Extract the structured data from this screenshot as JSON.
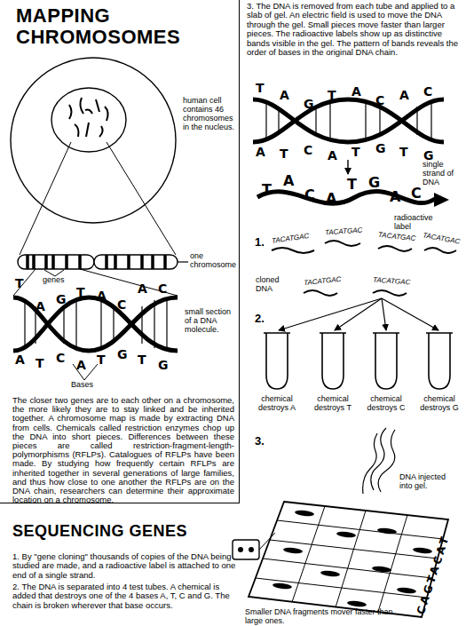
{
  "diagram": {
    "nodes": [
      {
        "text": [
          "MAPPING CHROMOSOMES",
          "The closer two genes are to each other on a chromosome, the more likely they are to stay linked and be inherited together. A chromosome map is made by extracting DNA from cells. Chemicals called restriction enzymes chop up the DNA into short pieces. Differences between these pieces are called restriction-fragment-length-polymorphisms (RFLPs). Catalogues of RFLPs have been made. By studying how frequently certain RFLPs are inherited together in several generations of large families, and thus how close to one another the RFLPs are on the DNA chain, researchers can determine their approximate location on a chromosome."
        ]
      },
      {
        "text": [
          "chemical destroys A"
        ]
      },
      {
        "text": [
          "chemical destroys T"
        ]
      },
      {
        "text": [
          "chemical destroys C"
        ]
      },
      {
        "text": [
          "chemical destroys G"
        ]
      }
    ],
    "labels": [
      "human cell contains 46 chromosomes in the nucleus.",
      "one chromosome",
      "genes",
      "small section of a DNA molecule.",
      "T",
      "A",
      "G",
      "T",
      "A",
      "C",
      "A",
      "C",
      "A",
      "T",
      "C",
      "A",
      "T",
      "G",
      "T",
      "G",
      "Bases",
      "SEQUENCING GENES",
      "1. By \"gene cloning\" thousands of copies of the DNA being studied are made, and a radioactive label is attached to one end of a single strand.",
      "2. The DNA is separated into 4 test tubes. A chemical is added that destroys one of the 4 bases A, T, C and G. The chain is broken wherever that base occurs.",
      "3. The DNA is removed from each tube and applied to a slab of gel. An electric field is used to move the DNA through the gel. Small pieces move faster than larger pieces. The radioactive labels show up as distinctive bands visible in the gel. The pattern of bands reveals the order of bases in the original DNA chain.",
      "T",
      "A",
      "G",
      "T",
      "A",
      "C",
      "A",
      "C",
      "A",
      "T",
      "C",
      "A",
      "T",
      "G",
      "T",
      "G",
      "T",
      "A",
      "C",
      "A",
      "T",
      "G",
      "A",
      "C",
      "single strand of DNA",
      "radioactive label",
      "1.",
      "TACATGAC",
      "TACATGAC",
      "TACATGAC",
      "TACATGAC",
      "TACATGAC",
      "TACATGAC",
      "cloned DNA",
      "2.",
      "3.",
      "DNA injected into gel.",
      "CAGTACAT",
      "Smaller DNA fragments mover faster than large ones."
    ]
  }
}
